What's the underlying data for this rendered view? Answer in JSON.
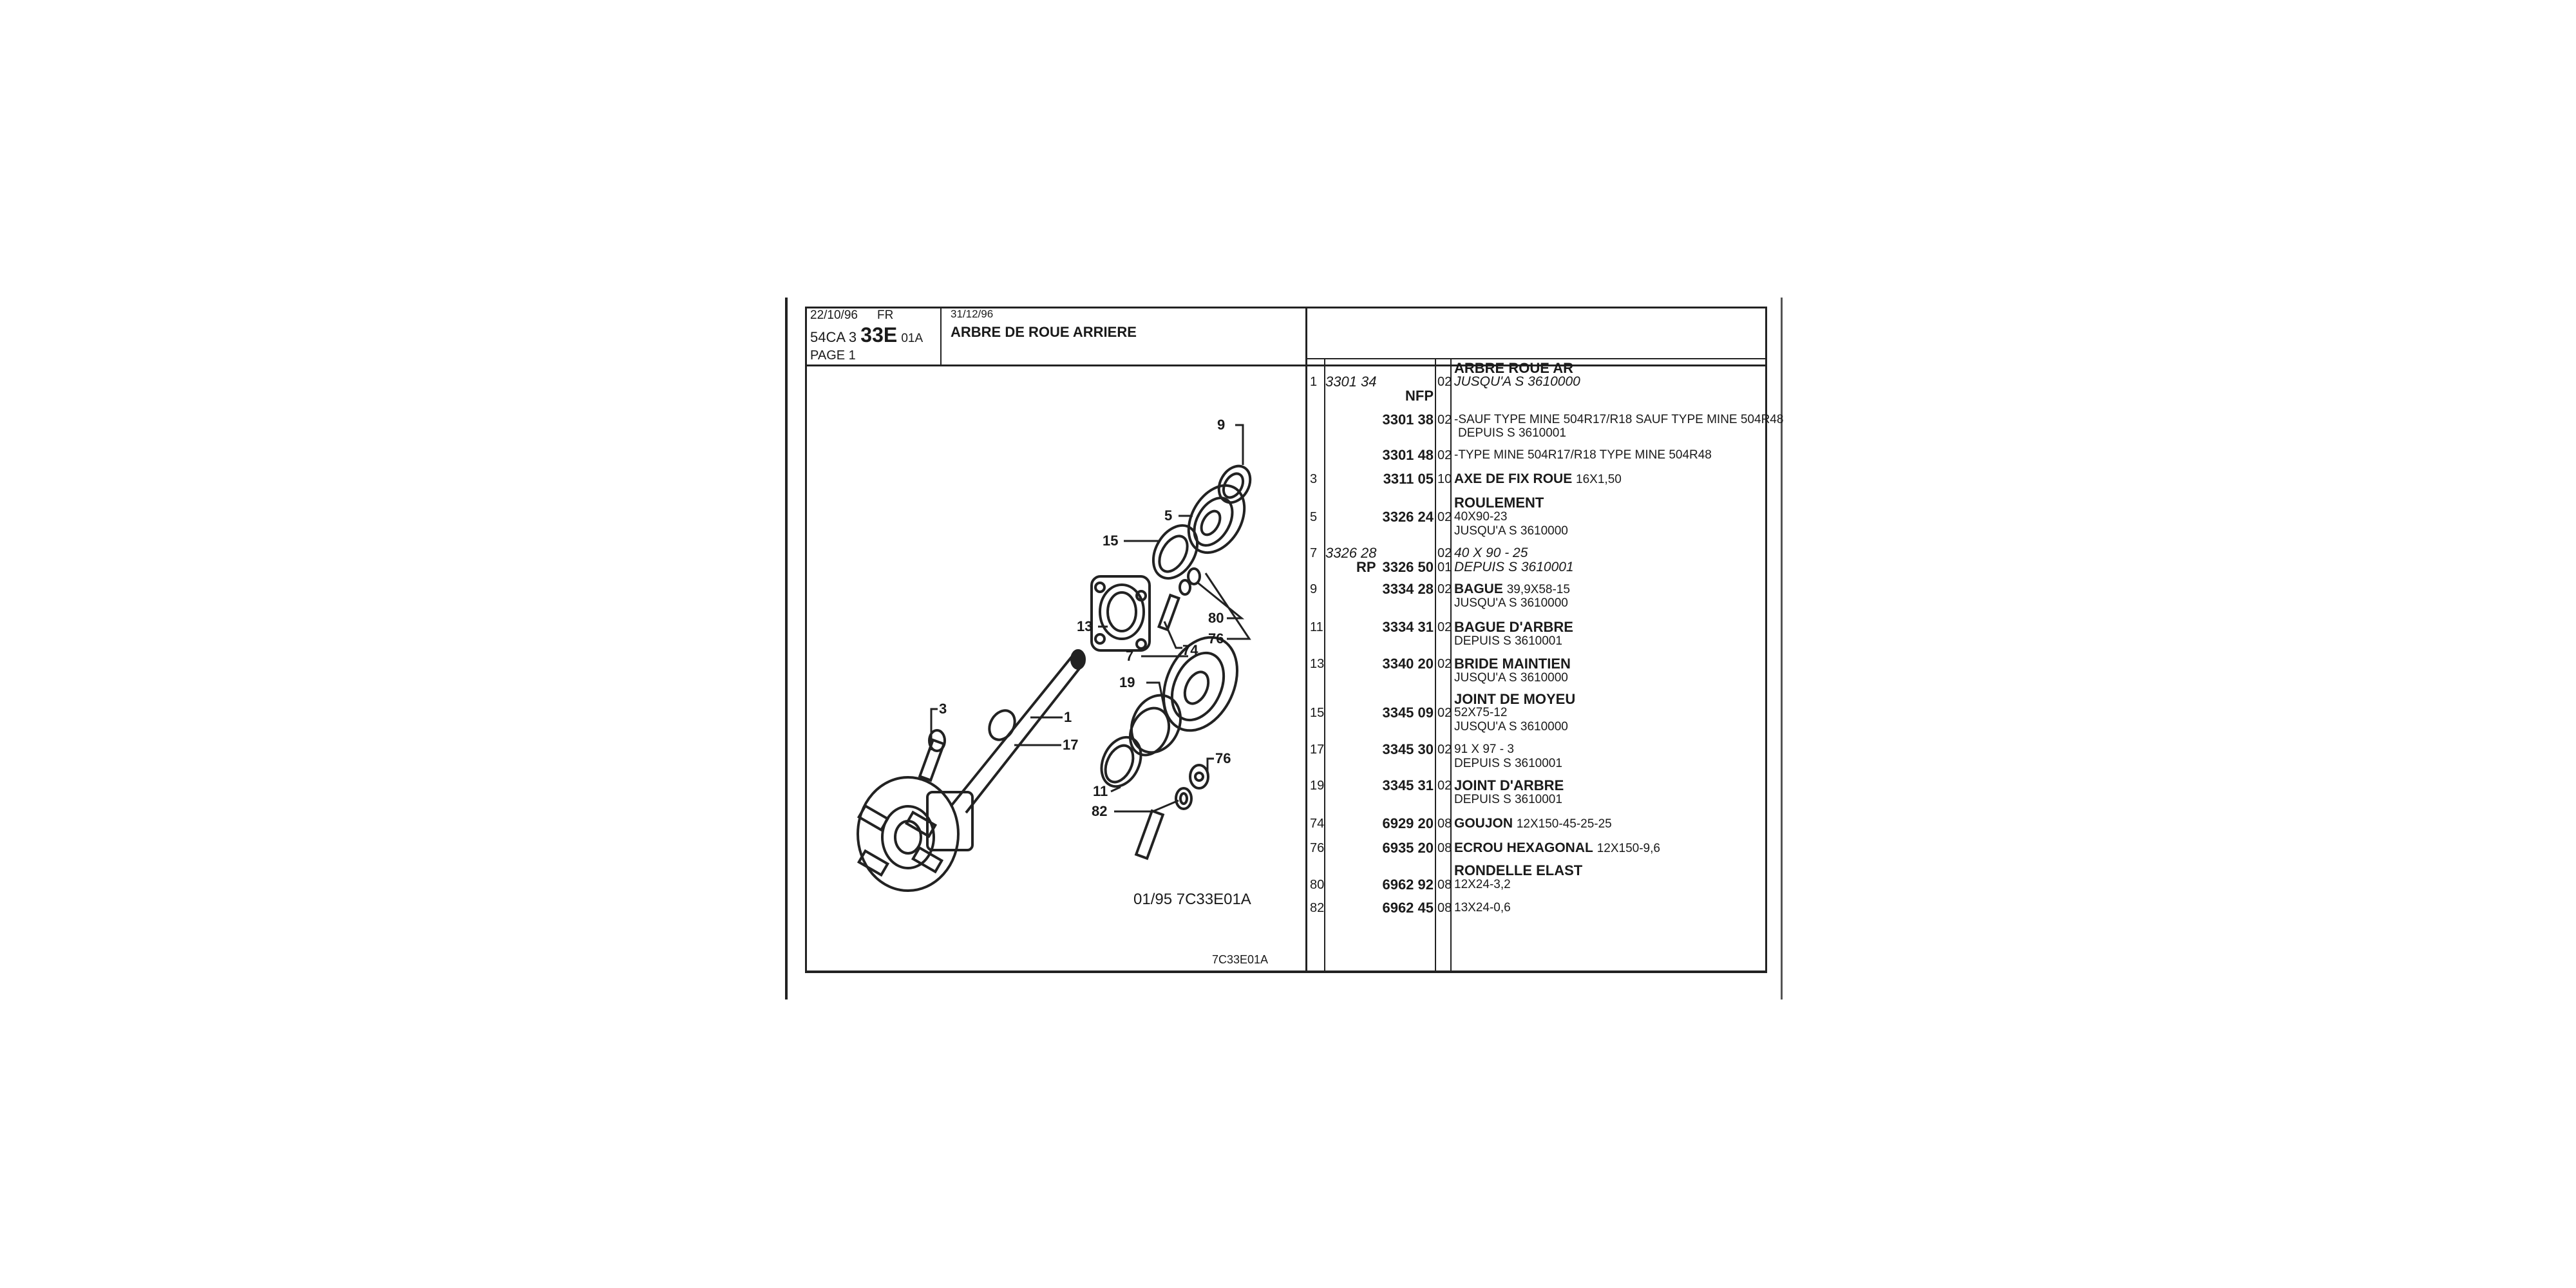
{
  "header": {
    "date_left": "22/10/96",
    "lang": "FR",
    "model": "54CA 3",
    "group": "33E",
    "sub": "01A",
    "page": "PAGE 1",
    "date_right": "31/12/96",
    "title": "ARBRE DE ROUE ARRIERE"
  },
  "diagram": {
    "labels": [
      "9",
      "5",
      "15",
      "13",
      "74",
      "80",
      "76",
      "7",
      "19",
      "11",
      "76",
      "82",
      "3",
      "1",
      "17"
    ],
    "caption": "01/95 7C33E01A",
    "ref_code": "7C33E01A"
  },
  "parts": [
    {
      "item": "1",
      "ref_old": "3301 34",
      "qty": "02",
      "title": "ARBRE ROUE AR",
      "note": "JUSQU'A S 3610000",
      "flag": "NFP"
    },
    {
      "ref": "3301 38",
      "qty": "02",
      "note": "-SAUF TYPE MINE 504R17/R18 SAUF TYPE MINE 504R48",
      "note2": "DEPUIS S 3610001"
    },
    {
      "ref": "3301 48",
      "qty": "02",
      "note": "-TYPE MINE 504R17/R18 TYPE MINE 504R48"
    },
    {
      "item": "3",
      "ref": "3311 05",
      "qty": "10",
      "title": "AXE DE FIX ROUE",
      "spec": "16X1,50"
    },
    {
      "item": "5",
      "ref": "3326 24",
      "qty": "02",
      "title": "ROULEMENT",
      "spec": "40X90-23",
      "note": "JUSQU'A S 3610000"
    },
    {
      "item": "7",
      "ref_old": "3326 28",
      "qty": "02",
      "spec": "40 X 90 - 25"
    },
    {
      "prefix": "RP",
      "ref": "3326 50",
      "qty": "01",
      "note": "DEPUIS S 3610001"
    },
    {
      "item": "9",
      "ref": "3334 28",
      "qty": "02",
      "title": "BAGUE",
      "spec": "39,9X58-15",
      "note": "JUSQU'A S 3610000"
    },
    {
      "item": "11",
      "ref": "3334 31",
      "qty": "02",
      "title": "BAGUE D'ARBRE",
      "note": "DEPUIS S 3610001"
    },
    {
      "item": "13",
      "ref": "3340 20",
      "qty": "02",
      "title": "BRIDE MAINTIEN",
      "note": "JUSQU'A S 3610000"
    },
    {
      "item": "15",
      "ref": "3345 09",
      "qty": "02",
      "title": "JOINT DE MOYEU",
      "spec": "52X75-12",
      "note": "JUSQU'A S 3610000"
    },
    {
      "item": "17",
      "ref": "3345 30",
      "qty": "02",
      "spec": "91 X 97 - 3",
      "note": "DEPUIS S 3610001"
    },
    {
      "item": "19",
      "ref": "3345 31",
      "qty": "02",
      "title": "JOINT D'ARBRE",
      "note": "DEPUIS S 3610001"
    },
    {
      "item": "74",
      "ref": "6929 20",
      "qty": "08",
      "title": "GOUJON",
      "spec": "12X150-45-25-25"
    },
    {
      "item": "76",
      "ref": "6935 20",
      "qty": "08",
      "title": "ECROU HEXAGONAL",
      "spec": "12X150-9,6"
    },
    {
      "item": "80",
      "ref": "6962 92",
      "qty": "08",
      "title": "RONDELLE ELAST",
      "spec": "12X24-3,2"
    },
    {
      "item": "82",
      "ref": "6962 45",
      "qty": "08",
      "spec": "13X24-0,6"
    }
  ]
}
